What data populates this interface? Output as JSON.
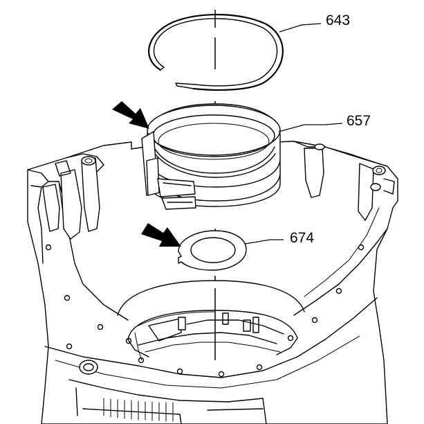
{
  "callouts": [
    {
      "id": "643",
      "label": "643"
    },
    {
      "id": "657",
      "label": "657"
    },
    {
      "id": "674",
      "label": "674"
    }
  ],
  "colors": {
    "ink": "#000000",
    "paper": "#ffffff"
  },
  "icons": [
    "pointer-arrow-icon"
  ]
}
